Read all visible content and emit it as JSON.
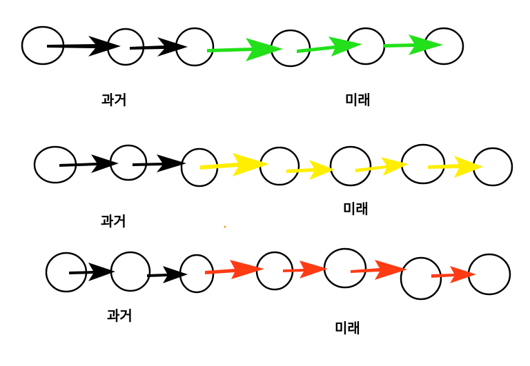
{
  "colors": {
    "past_arrow": "#000000",
    "row1_future_arrow": "#22e01a",
    "row2_future_arrow": "#ffee00",
    "row3_future_arrow": "#ff3b14",
    "node_stroke": "#000000",
    "stray_dot": "#e8a020"
  },
  "rows": [
    {
      "past_label": "과거",
      "future_label": "미래",
      "past_steps": 2,
      "future_steps": 3,
      "future_color": "#22e01a"
    },
    {
      "past_label": "과거",
      "future_label": "미래",
      "past_steps": 2,
      "future_steps": 4,
      "future_color": "#ffee00"
    },
    {
      "past_label": "과거",
      "future_label": "미래",
      "past_steps": 2,
      "future_steps": 4,
      "future_color": "#ff3b14"
    }
  ]
}
